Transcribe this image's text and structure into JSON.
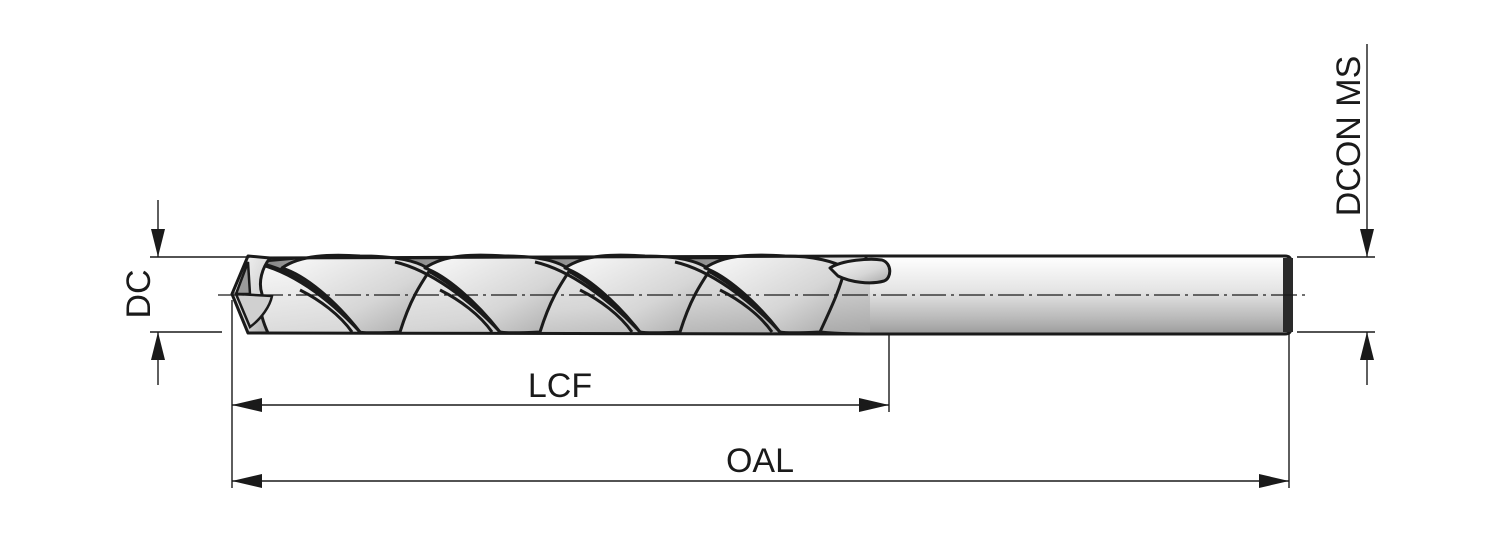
{
  "diagram": {
    "labels": {
      "dc": "DC",
      "lcf": "LCF",
      "oal": "OAL",
      "dcon": "DCON MS"
    },
    "colors": {
      "line": "#1a1a1a",
      "metal_light": "#f2f2f2",
      "metal_mid": "#c8c8c8",
      "metal_dark": "#8f8f8f"
    }
  }
}
